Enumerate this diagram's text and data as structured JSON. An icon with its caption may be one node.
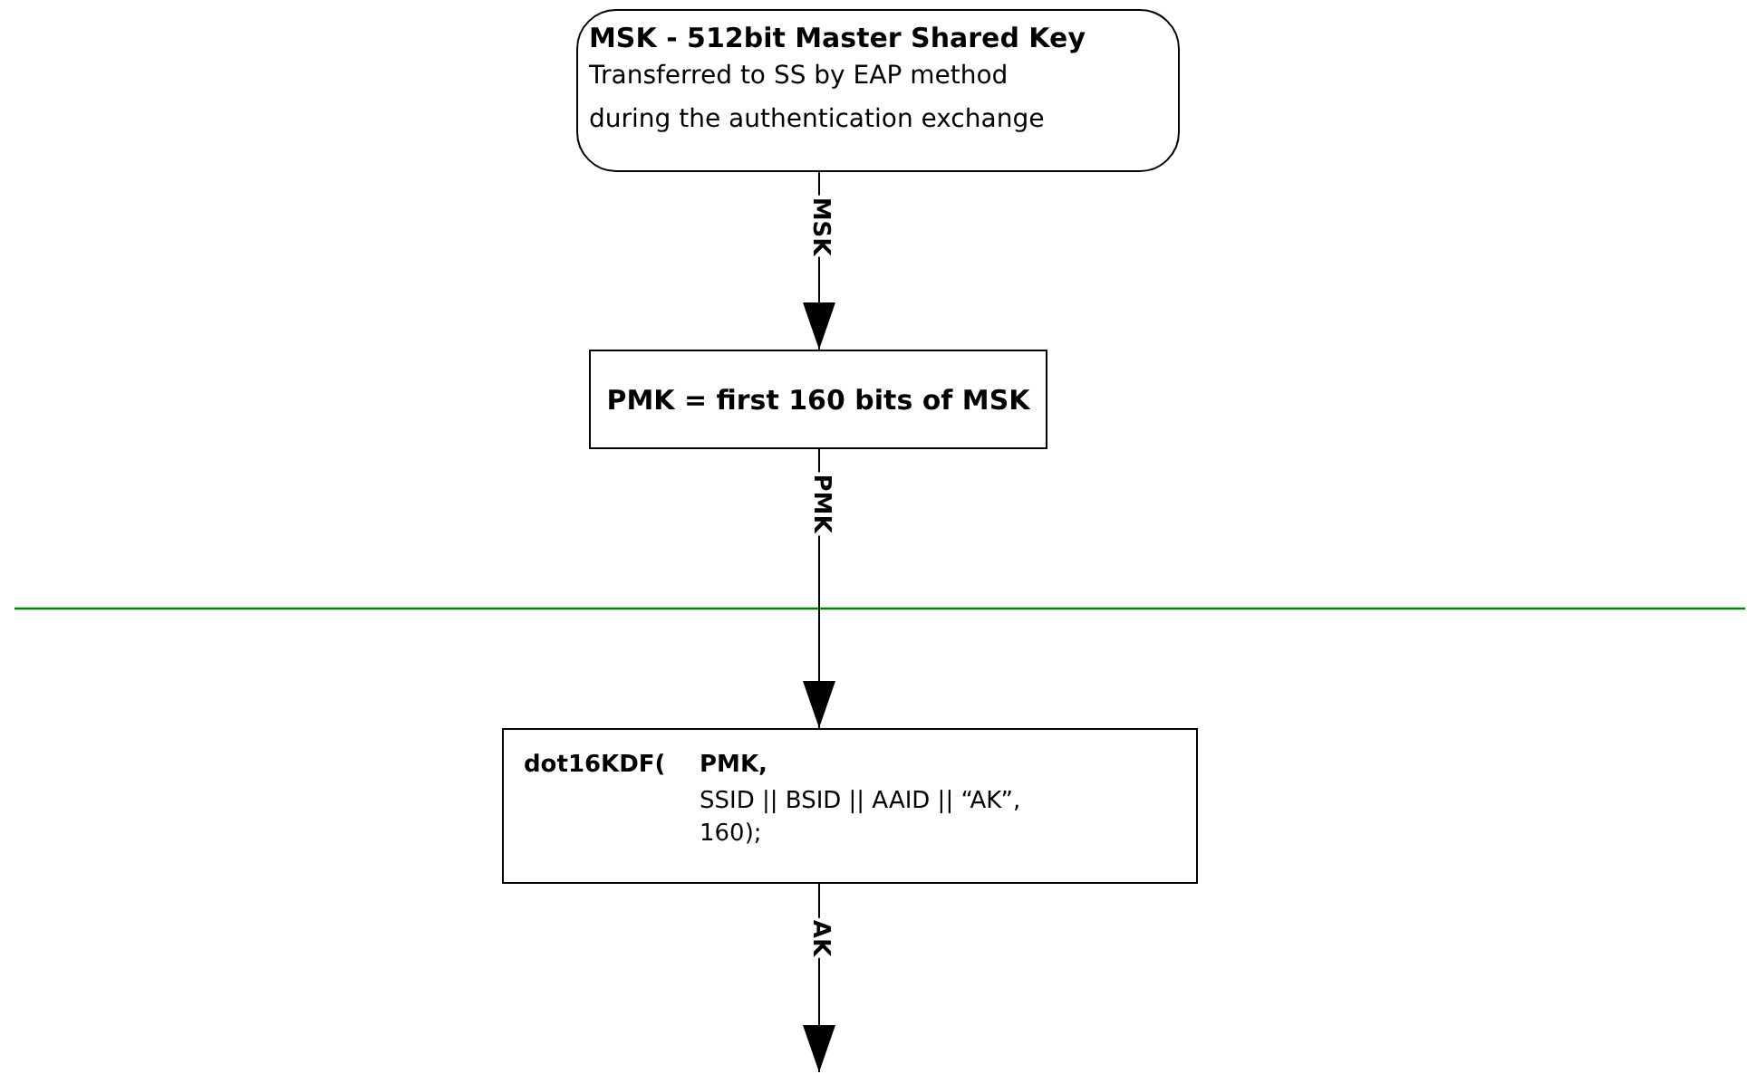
{
  "diagram": {
    "nodes": [
      {
        "text": [
          "MSK - 512bit Master Shared Key",
          "Transferred to SS by EAP method during the authentication exchange"
        ]
      },
      {
        "text": [
          "PMK = first 160 bits of MSK"
        ]
      },
      {
        "text": [
          "dot16KDF(",
          "PMK,",
          "SSID || BSID || AAID || “AK”,",
          "160);"
        ]
      }
    ],
    "edges": [
      {
        "from": 0,
        "to": 1,
        "arrow": "to",
        "label": "MSK"
      },
      {
        "from": 1,
        "to": 2,
        "arrow": "to",
        "label": "PMK"
      },
      {
        "from": 2,
        "to": null,
        "arrow": "to",
        "label": "AK"
      }
    ]
  }
}
